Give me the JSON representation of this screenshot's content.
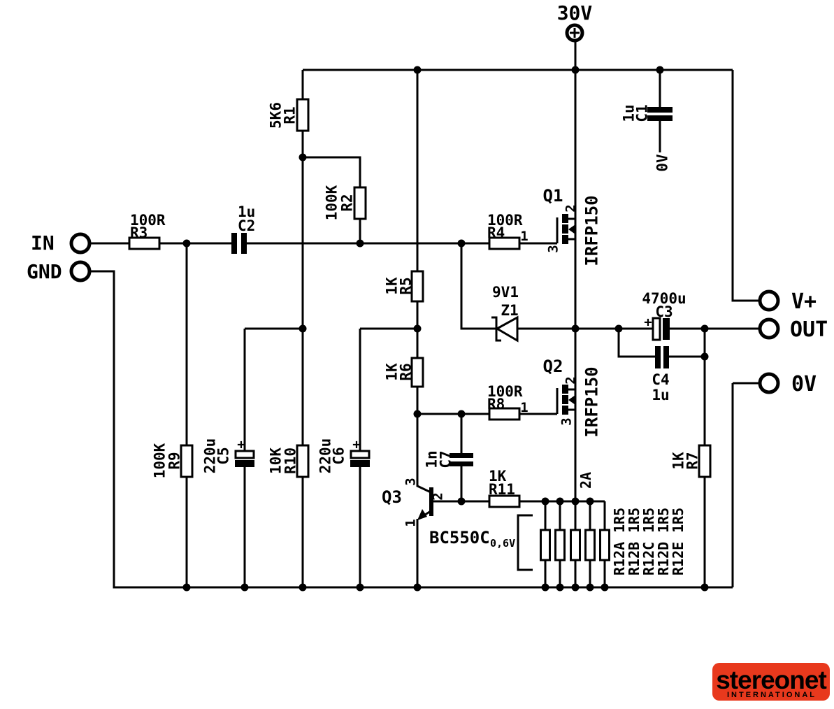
{
  "terminals": {
    "supply": "30V",
    "in": "IN",
    "gnd": "GND",
    "v_plus": "V+",
    "out": "OUT",
    "zero_v": "0V"
  },
  "resistors": {
    "r1": {
      "ref": "R1",
      "value": "5K6"
    },
    "r2": {
      "ref": "R2",
      "value": "100K"
    },
    "r3": {
      "ref": "R3",
      "value": "100R"
    },
    "r4": {
      "ref": "R4",
      "value": "100R"
    },
    "r5": {
      "ref": "R5",
      "value": "1K"
    },
    "r6": {
      "ref": "R6",
      "value": "1K"
    },
    "r7": {
      "ref": "R7",
      "value": "1K"
    },
    "r8": {
      "ref": "R8",
      "value": "100R"
    },
    "r9": {
      "ref": "R9",
      "value": "100K"
    },
    "r10": {
      "ref": "R10",
      "value": "10K"
    },
    "r11": {
      "ref": "R11",
      "value": "1K"
    }
  },
  "r12_bank": {
    "current": "2A",
    "items": [
      {
        "ref": "R12A",
        "value": "1R5"
      },
      {
        "ref": "R12B",
        "value": "1R5"
      },
      {
        "ref": "R12C",
        "value": "1R5"
      },
      {
        "ref": "R12D",
        "value": "1R5"
      },
      {
        "ref": "R12E",
        "value": "1R5"
      }
    ]
  },
  "capacitors": {
    "c1": {
      "ref": "C1",
      "value": "1u",
      "node_label": "0V"
    },
    "c2": {
      "ref": "C2",
      "value": "1u"
    },
    "c3": {
      "ref": "C3",
      "value": "4700u",
      "polarity": "+"
    },
    "c4": {
      "ref": "C4",
      "value": "1u"
    },
    "c5": {
      "ref": "C5",
      "value": "220u",
      "polarity": "+"
    },
    "c6": {
      "ref": "C6",
      "value": "220u",
      "polarity": "+"
    },
    "c7": {
      "ref": "C7",
      "value": "1n"
    }
  },
  "semiconductors": {
    "q1": {
      "ref": "Q1",
      "part": "IRFP150",
      "pins": {
        "p1": "1",
        "p2": "2",
        "p3": "3"
      }
    },
    "q2": {
      "ref": "Q2",
      "part": "IRFP150",
      "pins": {
        "p1": "1",
        "p2": "2",
        "p3": "3"
      }
    },
    "q3": {
      "ref": "Q3",
      "part": "BC550C",
      "annotation": "0,6V",
      "pins": {
        "p1": "1",
        "p2": "2",
        "p3": "3"
      }
    },
    "z1": {
      "ref": "Z1",
      "value": "9V1"
    }
  },
  "logo": {
    "brand": "stereonet",
    "subtitle": "INTERNATIONAL",
    "bg_color": "#e8391d",
    "text_color": "#ffffff"
  },
  "colors": {
    "ink": "#000000",
    "background": "#ffffff"
  }
}
